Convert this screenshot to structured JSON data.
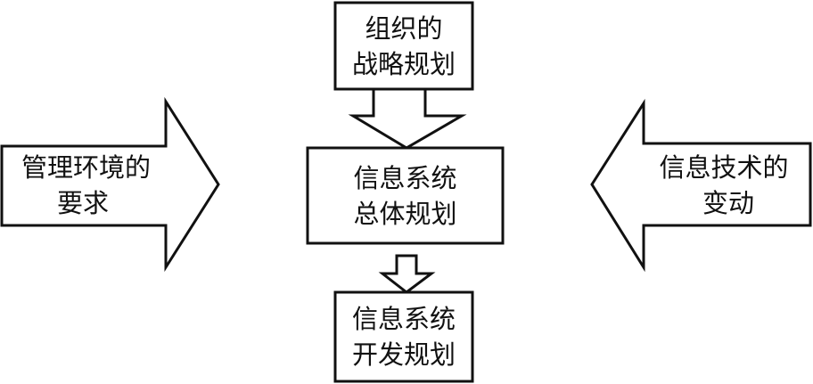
{
  "colors": {
    "stroke": "#111111",
    "fill": "#ffffff",
    "text": "#111111"
  },
  "boxes": {
    "org_strategy": {
      "line1": "组织的",
      "line2": "战略规划"
    },
    "overall_plan": {
      "line1": "信息系统",
      "line2": "总体规划"
    },
    "dev_plan": {
      "line1": "信息系统",
      "line2": "开发规划"
    }
  },
  "arrows": {
    "management_env": {
      "line1": "管理环境的",
      "line2": "要求"
    },
    "tech_change": {
      "line1": "信息技术的",
      "line2": "变动"
    }
  }
}
